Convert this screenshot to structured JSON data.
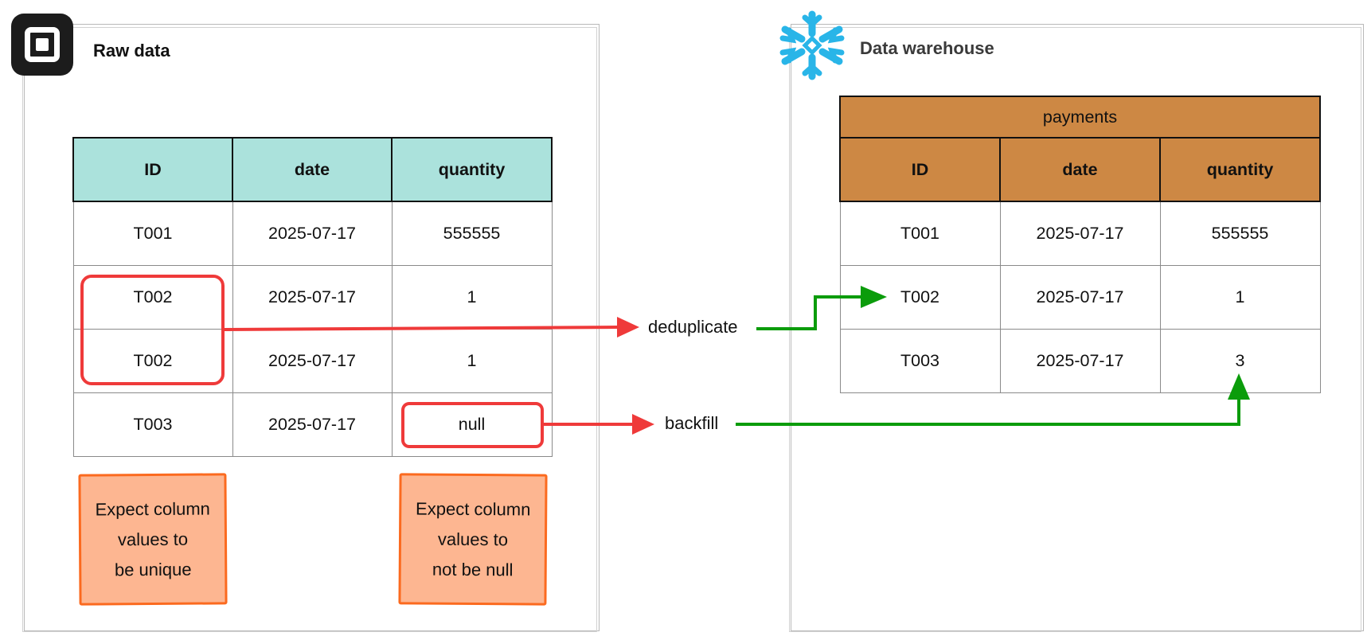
{
  "raw_panel": {
    "title": "Raw data",
    "table": {
      "headers": [
        "ID",
        "date",
        "quantity"
      ],
      "rows": [
        [
          "T001",
          "2025-07-17",
          "555555"
        ],
        [
          "T002",
          "2025-07-17",
          "1"
        ],
        [
          "T002",
          "2025-07-17",
          "1"
        ],
        [
          "T003",
          "2025-07-17",
          "null"
        ]
      ]
    },
    "notes": [
      [
        "Expect column",
        "values to",
        "be unique"
      ],
      [
        "Expect column",
        "values to",
        "not be null"
      ]
    ]
  },
  "warehouse_panel": {
    "title": "Data warehouse",
    "table": {
      "caption": "payments",
      "headers": [
        "ID",
        "date",
        "quantity"
      ],
      "rows": [
        [
          "T001",
          "2025-07-17",
          "555555"
        ],
        [
          "T002",
          "2025-07-17",
          "1"
        ],
        [
          "T003",
          "2025-07-17",
          "3"
        ]
      ]
    }
  },
  "operations": {
    "deduplicate": "deduplicate",
    "backfill": "backfill"
  },
  "colors": {
    "error": "#ef3a3a",
    "fixed": "#0b9c0b",
    "raw_header": "#abe2dc",
    "warehouse_header": "#cd8844",
    "note_fill": "#fdb691",
    "note_border": "#fb6a1f"
  },
  "icons": {
    "raw_source": "square-logo-icon",
    "warehouse": "snowflake-logo-icon"
  }
}
